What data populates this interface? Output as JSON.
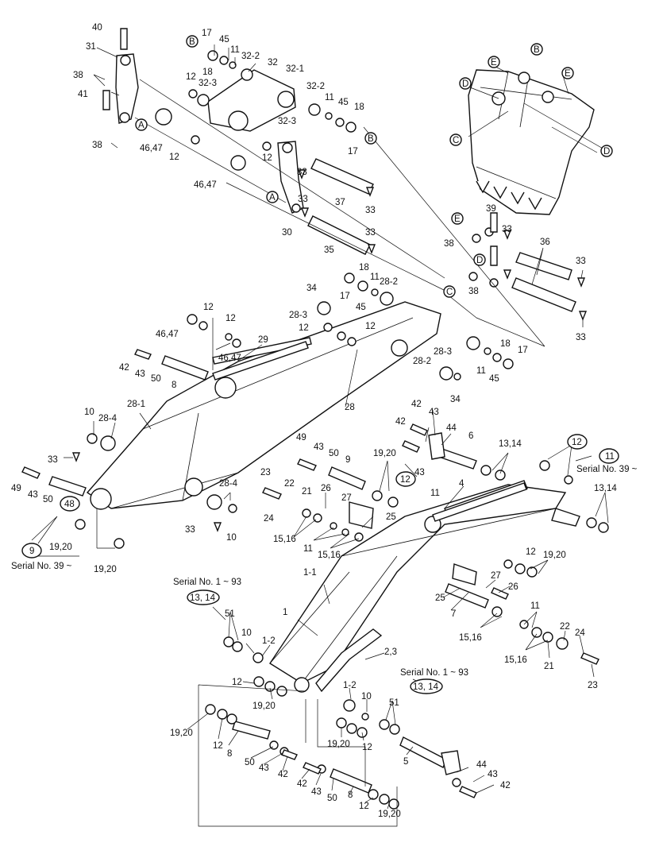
{
  "callouts": {
    "n40": "40",
    "n31": "31",
    "n38a": "38",
    "n41": "41",
    "n38b": "38",
    "cA1": "A",
    "n46_47a": "46,47",
    "n12a": "12",
    "cB1": "B",
    "n17a": "17",
    "n18a": "18",
    "n45a": "45",
    "n11a": "11",
    "n32_2a": "32-2",
    "n32": "32",
    "n12b": "12",
    "n32_3a": "32-3",
    "n32_1": "32-1",
    "n32_2b": "32-2",
    "n11b": "11",
    "n45b": "45",
    "n18b": "18",
    "n17b": "17",
    "cB2": "B",
    "n32_3b": "32-3",
    "n12c": "12",
    "n46_47b": "46,47",
    "n33a": "33",
    "n37": "37",
    "n33b": "33",
    "cA2": "A",
    "n33c": "33",
    "n30": "30",
    "n35": "35",
    "n33d": "33",
    "cB3": "B",
    "cE1": "E",
    "cE2": "E",
    "cD1": "D",
    "cC1": "C",
    "cD2": "D",
    "n39": "39",
    "cE3": "E",
    "n33e": "33",
    "n38c": "38",
    "cD3": "D",
    "n36": "36",
    "n33f": "33",
    "n38d": "38",
    "n33g": "33",
    "n18c": "18",
    "n28_2a": "28-2",
    "n11c": "11",
    "n17c": "17",
    "n45c": "45",
    "cC2": "C",
    "n34a": "34",
    "n28_3a": "28-3",
    "n12d": "12",
    "n12e": "12",
    "n12f": "12",
    "n12g": "12",
    "n46_47c": "46,47",
    "n46_47d": "46,47",
    "n29": "29",
    "n42a": "42",
    "n43a": "43",
    "n50a": "50",
    "n8a": "8",
    "n28_3b": "28-3",
    "n28_2b": "28-2",
    "n18d": "18",
    "n17d": "17",
    "n11d": "11",
    "n45d": "45",
    "n34b": "34",
    "n28": "28",
    "n28_1": "28-1",
    "n10a": "10",
    "n28_4a": "28-4",
    "n33h": "33",
    "n49a": "49",
    "n43b": "43",
    "n50b": "50",
    "n48": "48",
    "n9a": "9",
    "n19_20a": "19,20",
    "n19_20b": "19,20",
    "n28_4b": "28-4",
    "n33i": "33",
    "n10b": "10",
    "n42b": "42",
    "n43c": "43",
    "n42c": "42",
    "n44a": "44",
    "n43d": "43",
    "n6": "6",
    "n13_14a": "13,14",
    "n12h": "12",
    "n11e": "11",
    "n49b": "49",
    "n43e": "43",
    "n50c": "50",
    "n9b": "9",
    "n19_20c": "19,20",
    "n12i": "12",
    "n11f": "11",
    "n4": "4",
    "n13_14b": "13,14",
    "n23a": "23",
    "n22a": "22",
    "n21a": "21",
    "n26a": "26",
    "n27a": "27",
    "n24a": "24",
    "n25a": "25",
    "n15_16a": "15,16",
    "n11g": "11",
    "n15_16b": "15,16",
    "n12j": "12",
    "n19_20d": "19,20",
    "n27b": "27",
    "n26b": "26",
    "n25b": "25",
    "n7": "7",
    "n1_1": "1-1",
    "n1": "1",
    "n11h": "11",
    "n15_16c": "15,16",
    "n22b": "22",
    "n24b": "24",
    "n15_16d": "15,16",
    "n21b": "21",
    "n23b": "23",
    "n13_14c": "13, 14",
    "n51a": "51",
    "n10c": "10",
    "n1_2a": "1-2",
    "n2_3": "2,3",
    "n12k": "12",
    "n19_20e": "19,20",
    "n1_2b": "1-2",
    "n10d": "10",
    "n13_14d": "13, 14",
    "n51b": "51",
    "n19_20f": "19,20",
    "n12l": "12",
    "n19_20g": "19,20",
    "n12m": "12",
    "n8b": "8",
    "n50d": "50",
    "n43f": "43",
    "n42d": "42",
    "n5": "5",
    "n44b": "44",
    "n43g": "43",
    "n42e": "42",
    "n42f": "42",
    "n43h": "43",
    "n50e": "50",
    "n8c": "8",
    "n12n": "12",
    "n19_20h": "19,20"
  },
  "notes": {
    "serial_39_right": "Serial No. 39 ~",
    "serial_39_left": "Serial No. 39 ~",
    "serial_1_93_left": "Serial No. 1 ~ 93",
    "serial_1_93_right": "Serial No. 1 ~ 93"
  }
}
